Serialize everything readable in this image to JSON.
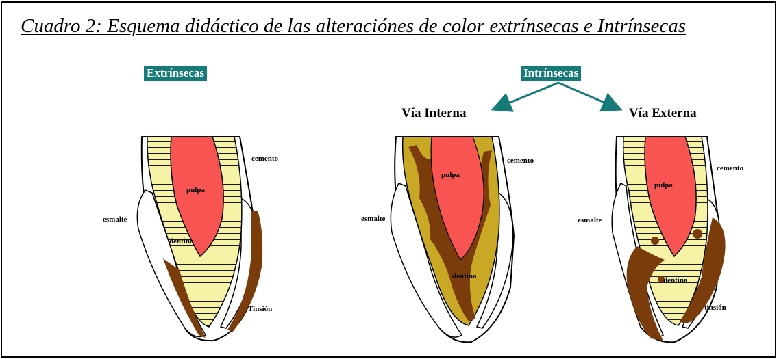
{
  "title": "Cuadro 2: Esquema didáctico de las alteraciónes de color extrínsecas e Intrínsecas",
  "categories": {
    "extrinsic": "Extrínsecas",
    "intrinsic": "Intrínsecas"
  },
  "routes": {
    "internal": "Vía Interna",
    "external": "Vía Externa"
  },
  "teeth": [
    {
      "pulp": "pulpa",
      "dentin": "dentina",
      "enamel": "esmalte",
      "cementum": "cemento",
      "stain": "Tinsión"
    },
    {
      "pulp": "pulpa",
      "dentin": "dentina",
      "enamel": "esmalte",
      "cementum": "cemento"
    },
    {
      "pulp": "pulpa",
      "dentin": "dentina",
      "enamel": "esmalte",
      "cementum": "cemento",
      "stain": "tinsión"
    }
  ],
  "colors": {
    "badge": "#167b78",
    "arrow": "#167b78",
    "pulp": "#f85552",
    "dentin": "#f6f3a6",
    "stain": "#7a3c0b"
  }
}
